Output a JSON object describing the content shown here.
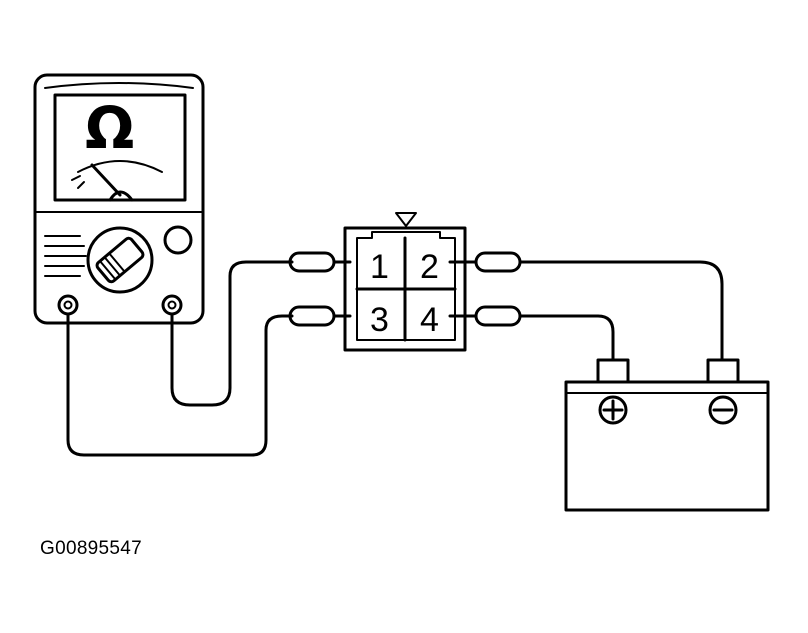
{
  "figure_id": "G00895547",
  "ohmmeter": {
    "unit_symbol": "Ω",
    "icon": "ohmmeter-icon"
  },
  "connector": {
    "pins": [
      "1",
      "2",
      "3",
      "4"
    ],
    "orientation_mark": "triangle-down-icon"
  },
  "battery": {
    "positive_symbol": "⊕",
    "negative_symbol": "⊖"
  }
}
